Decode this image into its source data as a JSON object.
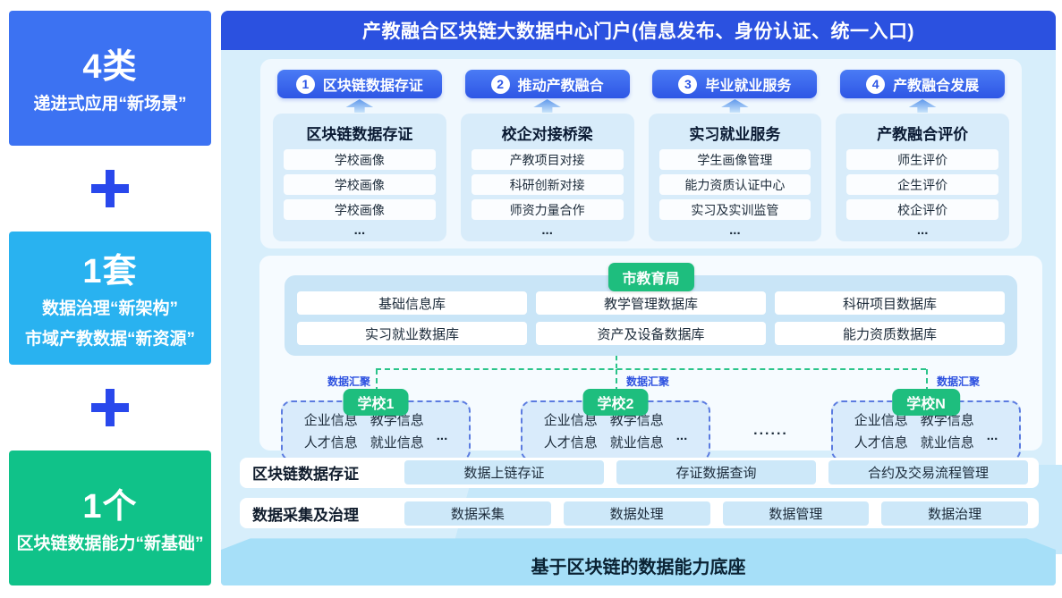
{
  "sidebar": {
    "blocks": [
      {
        "big": "4类",
        "line1": "递进式应用“新场景”",
        "line2": ""
      },
      {
        "big": "1套",
        "line1": "数据治理“新架构”",
        "line2": "市域产教数据“新资源”"
      },
      {
        "big": "1个",
        "line1": "区块链数据能力“新基础”",
        "line2": ""
      }
    ],
    "plus": "+"
  },
  "header": {
    "title": "产教融合区块链大数据中心门户(信息发布、身份认证、统一入口)"
  },
  "applications": [
    {
      "num": "1",
      "badge": "区块链数据存证",
      "card_title": "区块链数据存证",
      "items": [
        "学校画像",
        "学校画像",
        "学校画像"
      ],
      "more": "..."
    },
    {
      "num": "2",
      "badge": "推动产教融合",
      "card_title": "校企对接桥梁",
      "items": [
        "产教项目对接",
        "科研创新对接",
        "师资力量合作"
      ],
      "more": "..."
    },
    {
      "num": "3",
      "badge": "毕业就业服务",
      "card_title": "实习就业服务",
      "items": [
        "学生画像管理",
        "能力资质认证中心",
        "实习及实训监管"
      ],
      "more": "..."
    },
    {
      "num": "4",
      "badge": "产教融合发展",
      "card_title": "产教融合评价",
      "items": [
        "师生评价",
        "企生评价",
        "校企评价"
      ],
      "more": "..."
    }
  ],
  "data_center": {
    "authority": "市教育局",
    "databases": [
      "基础信息库",
      "教学管理数据库",
      "科研项目数据库",
      "实习就业数据库",
      "资产及设备数据库",
      "能力资质数据库"
    ],
    "aggregation_label": "数据汇聚",
    "schools": [
      {
        "name": "学校1",
        "items": [
          "企业信息",
          "教学信息",
          "人才信息",
          "就业信息"
        ],
        "more": "..."
      },
      {
        "name": "学校2",
        "items": [
          "企业信息",
          "教学信息",
          "人才信息",
          "就业信息"
        ],
        "more": "..."
      },
      {
        "name": "学校N",
        "items": [
          "企业信息",
          "教学信息",
          "人才信息",
          "就业信息"
        ],
        "more": "..."
      }
    ],
    "schools_ellipsis": "......"
  },
  "layers": [
    {
      "label": "区块链数据存证",
      "items": [
        "数据上链存证",
        "存证数据查询",
        "合约及交易流程管理"
      ]
    },
    {
      "label": "数据采集及治理",
      "items": [
        "数据采集",
        "数据处理",
        "数据管理",
        "数据治理"
      ]
    }
  ],
  "foundation": {
    "title": "基于区块链的数据能力底座"
  },
  "colors": {
    "sidebar_blue": "#3C72F2",
    "sidebar_sky": "#29B2F0",
    "sidebar_green": "#10C289",
    "plus_blue": "#2948EC",
    "header_blue": "#2B51E0",
    "badge_green": "#1EBE7E",
    "connector_green": "#2BC48A",
    "aggregation_text_blue": "#2D51E0",
    "main_bg": "#D7EEFB",
    "foundation_bar": "#A6DFF8"
  }
}
